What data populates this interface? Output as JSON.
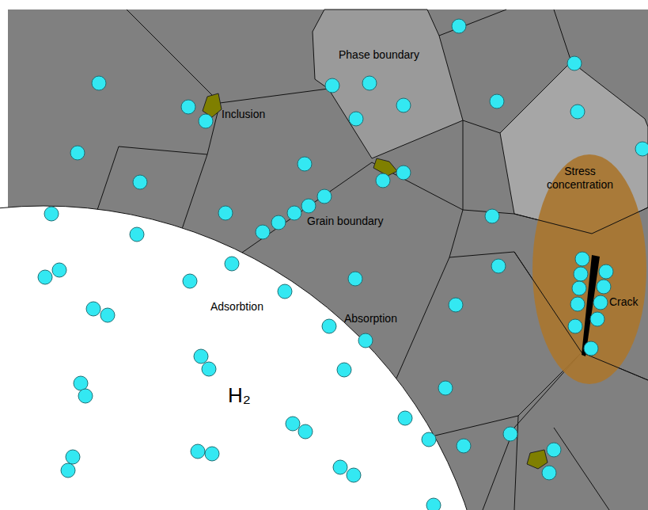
{
  "diagram": {
    "labels": [
      "Phase boundary",
      "Inclusion",
      "Stress concentration",
      "Grain boundary",
      "Adsorbtion",
      "Absorption",
      "Crack",
      "H₂"
    ]
  }
}
